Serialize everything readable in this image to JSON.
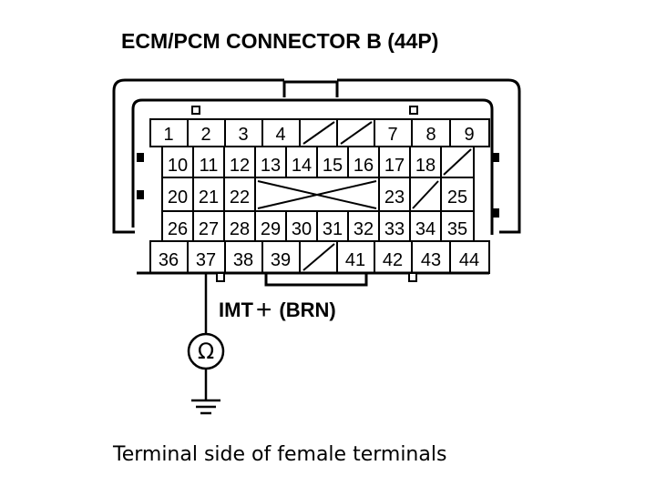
{
  "title": "ECM/PCM CONNECTOR B (44P)",
  "signal_label": "IMT",
  "signal_plus": "+",
  "wire_color": "(BRN)",
  "meter_symbol": "Ω",
  "caption": "Terminal side of female terminals",
  "connector": {
    "rows": [
      [
        "1",
        "2",
        "3",
        "4",
        "",
        "",
        "7",
        "8",
        "9"
      ],
      [
        "10",
        "11",
        "12",
        "13",
        "14",
        "15",
        "16",
        "17",
        "18",
        ""
      ],
      [
        "20",
        "21",
        "22",
        "",
        "",
        "23",
        "",
        "25"
      ],
      [
        "26",
        "27",
        "28",
        "29",
        "30",
        "31",
        "32",
        "33",
        "34",
        "35"
      ],
      [
        "36",
        "37",
        "38",
        "39",
        "",
        "41",
        "42",
        "43",
        "44"
      ]
    ],
    "probe_terminal": "37"
  },
  "icons": [
    "ohmmeter-icon",
    "ground-icon"
  ],
  "colors": {
    "line": "#000000",
    "background": "#ffffff"
  }
}
